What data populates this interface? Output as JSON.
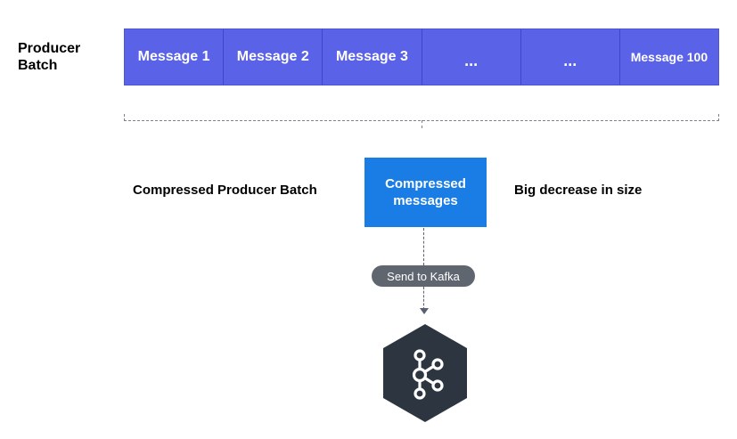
{
  "producer_label": "Producer\nBatch",
  "messages": [
    "Message 1",
    "Message 2",
    "Message 3",
    "...",
    "...",
    "Message 100"
  ],
  "compressed_label": "Compressed Producer Batch",
  "compressed_box": "Compressed messages",
  "size_note": "Big decrease in size",
  "send_label": "Send to Kafka",
  "colors": {
    "batch_blue": "#5a62e8",
    "compressed_blue": "#1a7de6",
    "kafka_dark": "#2d3640",
    "pill_gray": "#5f6670"
  },
  "icons": {
    "kafka": "kafka-logo-icon"
  }
}
